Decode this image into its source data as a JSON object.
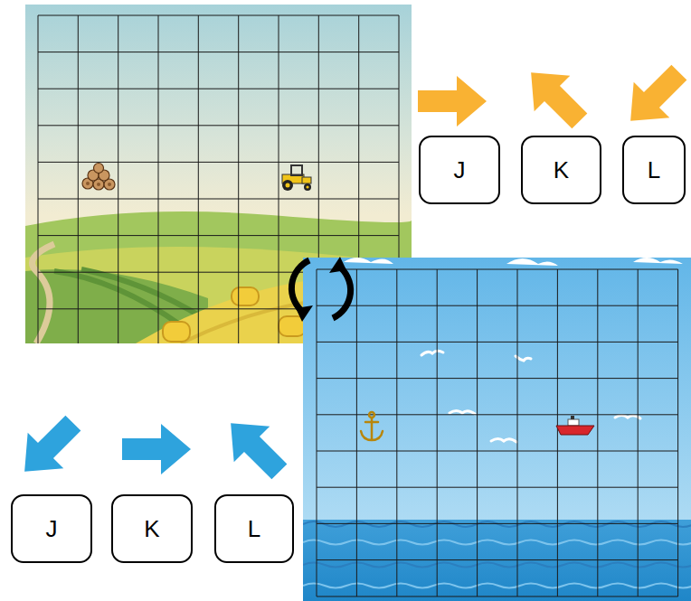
{
  "diagram": {
    "nodes": [
      {
        "text": [
          "J"
        ]
      },
      {
        "text": [
          "K"
        ]
      },
      {
        "text": [
          "L"
        ]
      },
      {
        "text": [
          "J"
        ]
      },
      {
        "text": [
          "K"
        ]
      },
      {
        "text": [
          "L"
        ]
      }
    ]
  }
}
